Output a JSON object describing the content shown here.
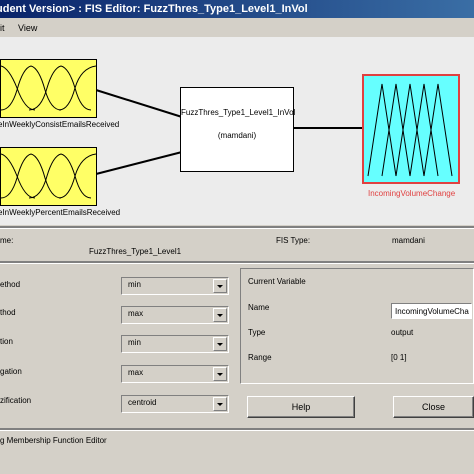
{
  "window": {
    "title": "udent Version> : FIS Editor: FuzzThres_Type1_Level1_InVol"
  },
  "menu": {
    "items": [
      "lit",
      "View"
    ]
  },
  "diagram": {
    "input1_label": "eInWeeklyConsistEmailsReceived",
    "input2_label": "eInWeeklyPercentEmailsReceived",
    "system_name": "FuzzThres_Type1_Level1_InVol",
    "system_type": "(mamdani)",
    "output_label": "IncomingVolumeChange"
  },
  "info": {
    "name_label": "me:",
    "name_value": "FuzzThres_Type1_Level1",
    "type_label": "FIS Type:",
    "type_value": "mamdani"
  },
  "methods": [
    {
      "label": "ethod",
      "value": "min"
    },
    {
      "label": "thod",
      "value": "max"
    },
    {
      "label": "tion",
      "value": "min"
    },
    {
      "label": "gation",
      "value": "max"
    },
    {
      "label": "zification",
      "value": "centroid"
    }
  ],
  "current_variable": {
    "title": "Current Variable",
    "name_label": "Name",
    "name_value": "IncomingVolumeCha",
    "type_label": "Type",
    "type_value": "output",
    "range_label": "Range",
    "range_value": "[0 1]"
  },
  "buttons": {
    "help": "Help",
    "close": "Close"
  },
  "status": {
    "text": "g Membership Function Editor"
  },
  "colors": {
    "input_fill": "#ffff66",
    "output_fill": "#66ffff",
    "output_border": "#e04040",
    "titlebar": "#0a246a"
  }
}
